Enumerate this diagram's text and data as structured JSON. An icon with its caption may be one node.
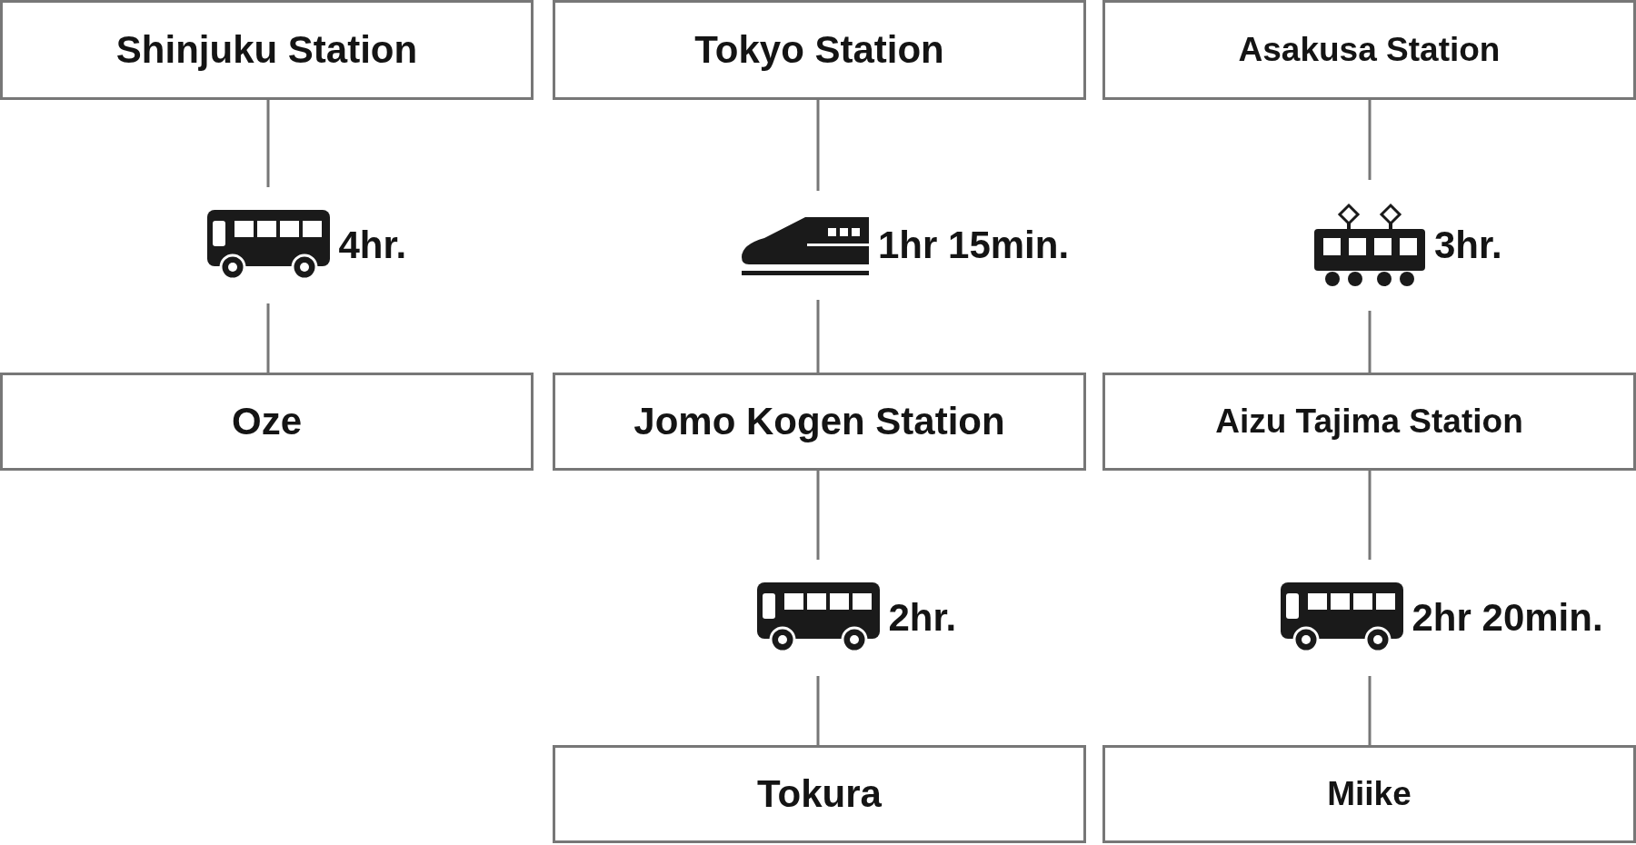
{
  "diagram": {
    "nodes": [
      {
        "text": [
          "Shinjuku Station"
        ]
      },
      {
        "text": [],
        "shape": "bus",
        "beside": [
          "4hr."
        ]
      },
      {
        "text": [
          "Oze"
        ]
      },
      {
        "text": [
          "Tokyo Station"
        ]
      },
      {
        "text": [],
        "shape": "train",
        "beside": [
          "1hr 15min."
        ]
      },
      {
        "text": [
          "Jomo Kogen Station"
        ]
      },
      {
        "text": [],
        "shape": "bus",
        "beside": [
          "2hr."
        ]
      },
      {
        "text": [
          "Tokura"
        ]
      },
      {
        "text": [
          "Asakusa Station"
        ]
      },
      {
        "text": [],
        "shape": "tram",
        "beside": [
          "3hr."
        ]
      },
      {
        "text": [
          "Aizu Tajima Station"
        ]
      },
      {
        "text": [],
        "shape": "bus",
        "beside": [
          "2hr 20min."
        ]
      },
      {
        "text": [
          "Miike"
        ]
      }
    ],
    "edges": [
      {
        "from": 0,
        "to": 1,
        "arrow": "none"
      },
      {
        "from": 1,
        "to": 2,
        "arrow": "none"
      },
      {
        "from": 3,
        "to": 4,
        "arrow": "none"
      },
      {
        "from": 4,
        "to": 5,
        "arrow": "none"
      },
      {
        "from": 5,
        "to": 6,
        "arrow": "none"
      },
      {
        "from": 6,
        "to": 7,
        "arrow": "none"
      },
      {
        "from": 8,
        "to": 9,
        "arrow": "none"
      },
      {
        "from": 9,
        "to": 10,
        "arrow": "none"
      },
      {
        "from": 10,
        "to": 11,
        "arrow": "none"
      },
      {
        "from": 11,
        "to": 12,
        "arrow": "none"
      }
    ]
  }
}
